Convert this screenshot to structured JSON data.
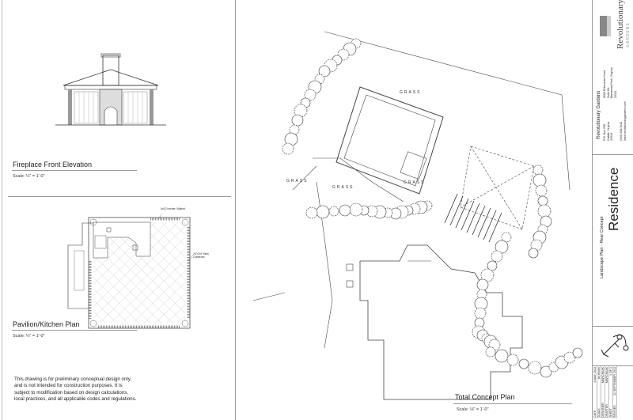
{
  "left_panel": {
    "elevation_title": "Fireplace Front Elevation",
    "elevation_scale": "Scale: ¼\" = 1'-0\"",
    "plan_title": "Pavilion/Kitchen Plan",
    "plan_scale": "Scale: ¼\" = 1'-0\"",
    "plan_callouts": [
      "4x12 border, Walnut",
      "24\"x24\" field, Coliseum"
    ],
    "disclaimer": [
      "This drawing is for preliminary conceptual design only,",
      "and is not intended for construction purposes. It is",
      "subject to modification based on design calculations,",
      "local practices, and all applicable codes and regulations."
    ]
  },
  "main_plan": {
    "title": "Total Concept Plan",
    "scale": "Scale: ⅛\" = 1'-0\"",
    "labels": [
      "GRASS",
      "GRASS",
      "GRASS",
      "GRASS"
    ]
  },
  "title_block": {
    "company": "Revolutionary Gardens",
    "logo_text": "Revolutionary",
    "logo_sub": "GARDENS",
    "po_box": [
      "P.O. Box 258",
      "Catlett, Virginia",
      "22019"
    ],
    "office": [
      "6000 Enterprise Court",
      "Suite B1",
      "Manassas Park, Virginia",
      "20111"
    ],
    "phone": "(540) 308-5411",
    "website": "www.revolutionarygardens.com",
    "sheet_subtitle": "Landscape Plan - Rear Concept",
    "project": "Residence",
    "info": [
      {
        "label": "DATE",
        "value": "6 MAY 2013"
      },
      {
        "label": "SCALE",
        "value": "as shown"
      },
      {
        "label": "DESIGNER",
        "value": "MARCINIAK"
      },
      {
        "label": "DRAFTER",
        "value": "MARCINIAK"
      },
      {
        "label": "SHEET",
        "value": "1 OF 1"
      },
      {
        "label": "REVISED",
        "value": "22 SEPTEMBER 2013"
      }
    ]
  }
}
